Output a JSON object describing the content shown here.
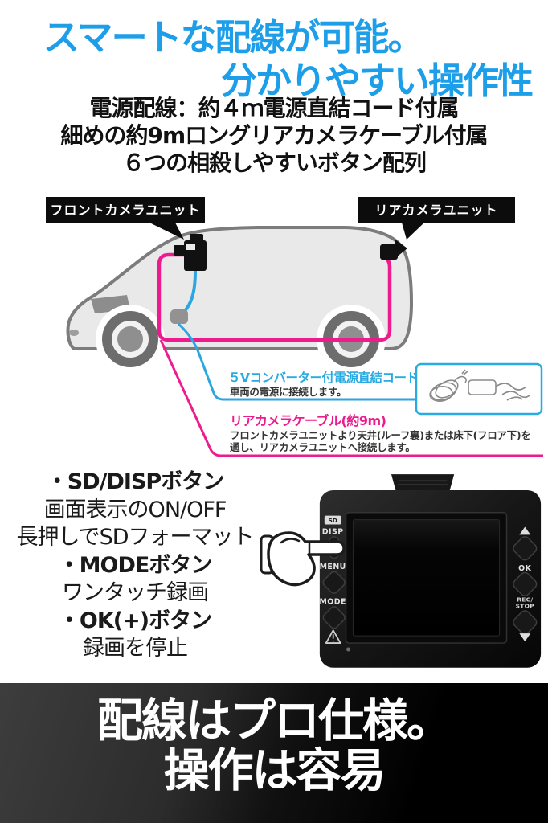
{
  "headline": {
    "line1": "スマートな配線が可能。",
    "line2": "分かりやすい操作性"
  },
  "subhead": {
    "line1": "電源配線：約４ｍ電源直結コード付属",
    "line2": "細めの約9mロングリアカメラケーブル付属",
    "line3": "６つの相殺しやすいボタン配列"
  },
  "diagram": {
    "front_camera_label": "フロントカメラユニット",
    "rear_camera_label": "リアカメラユニット",
    "power_cord": {
      "title": "５Vコンバーター付電源直結コード",
      "desc": "車両の電源に接続します。"
    },
    "rear_cable": {
      "title": "リアカメラケーブル(約9m)",
      "desc1": "フロントカメラユニットより天井(ルーフ裏)または床下(フロア下)を",
      "desc2": "通し、リアカメラユニットへ接続します。"
    }
  },
  "buttons_info": {
    "sd_title": "・SD/DISPボタン",
    "sd_line1": "画面表示のON/OFF",
    "sd_line2": "長押しでSDフォーマット",
    "mode_title": "・MODEボタン",
    "mode_line1": "ワンタッチ録画",
    "ok_title": "・OK(+)ボタン",
    "ok_line1": "録画を停止"
  },
  "device": {
    "sd": "SD",
    "disp": "DISP",
    "menu": "MENU",
    "mode": "MODE",
    "ok": "OK",
    "rec": "REC/",
    "stop": "STOP"
  },
  "footer": {
    "line1": "配線はプロ仕様。",
    "line2": "操作は容易"
  },
  "colors": {
    "headline_blue": "#1d9ee9",
    "cable_blue": "#29abe2",
    "cable_pink": "#ec1c8e",
    "label_box_black": "#0c0c0c",
    "car_body_gray": "#e9e9e9",
    "footer_black": "#000000"
  }
}
